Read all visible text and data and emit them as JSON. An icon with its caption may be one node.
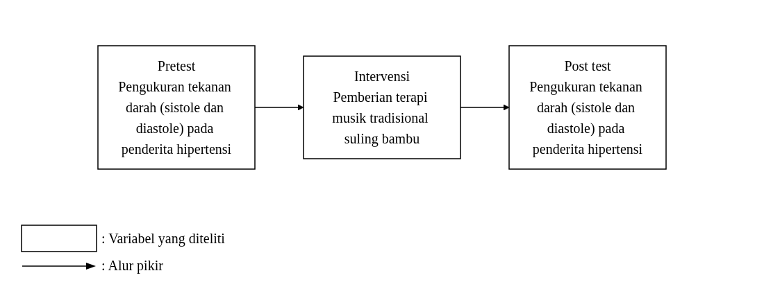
{
  "diagram": {
    "nodes": [
      {
        "text": [
          "Pretest",
          "Pengukuran tekanan darah (sistole dan diastole) pada penderita hipertensi"
        ]
      },
      {
        "text": [
          "Intervensi",
          "Pemberian terapi musik tradisional suling bambu"
        ]
      },
      {
        "text": [
          "Post test",
          "Pengukuran tekanan darah (sistole dan diastole) pada penderita hipertensi"
        ]
      }
    ],
    "edges": [
      {
        "from": 0,
        "to": 1,
        "arrow": "to"
      },
      {
        "from": 1,
        "to": 2,
        "arrow": "to"
      }
    ],
    "legend": [
      {
        "text": ": Variabel yang diteliti"
      },
      {
        "text": ": Alur pikir"
      }
    ]
  }
}
